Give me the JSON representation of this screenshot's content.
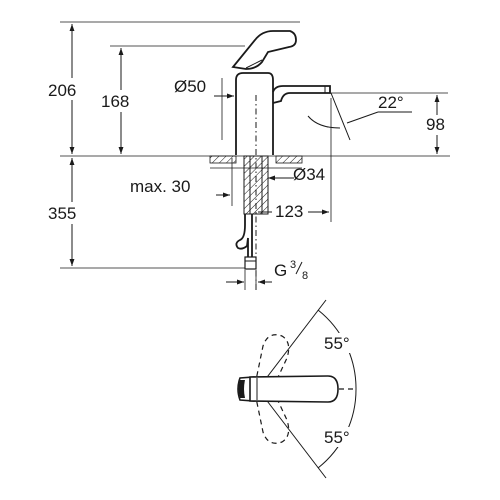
{
  "dimensions": {
    "total_height_above": "206",
    "lever_height": "168",
    "body_diameter": "Ø50",
    "spout_height": "98",
    "spout_angle": "22°",
    "hole_diameter": "Ø34",
    "max_thickness": "max. 30",
    "spout_reach": "123",
    "hose_length": "355",
    "thread_prefix": "G",
    "thread_num": "3",
    "thread_den": "8",
    "lever_angle_top": "55°",
    "lever_angle_bottom": "55°"
  }
}
